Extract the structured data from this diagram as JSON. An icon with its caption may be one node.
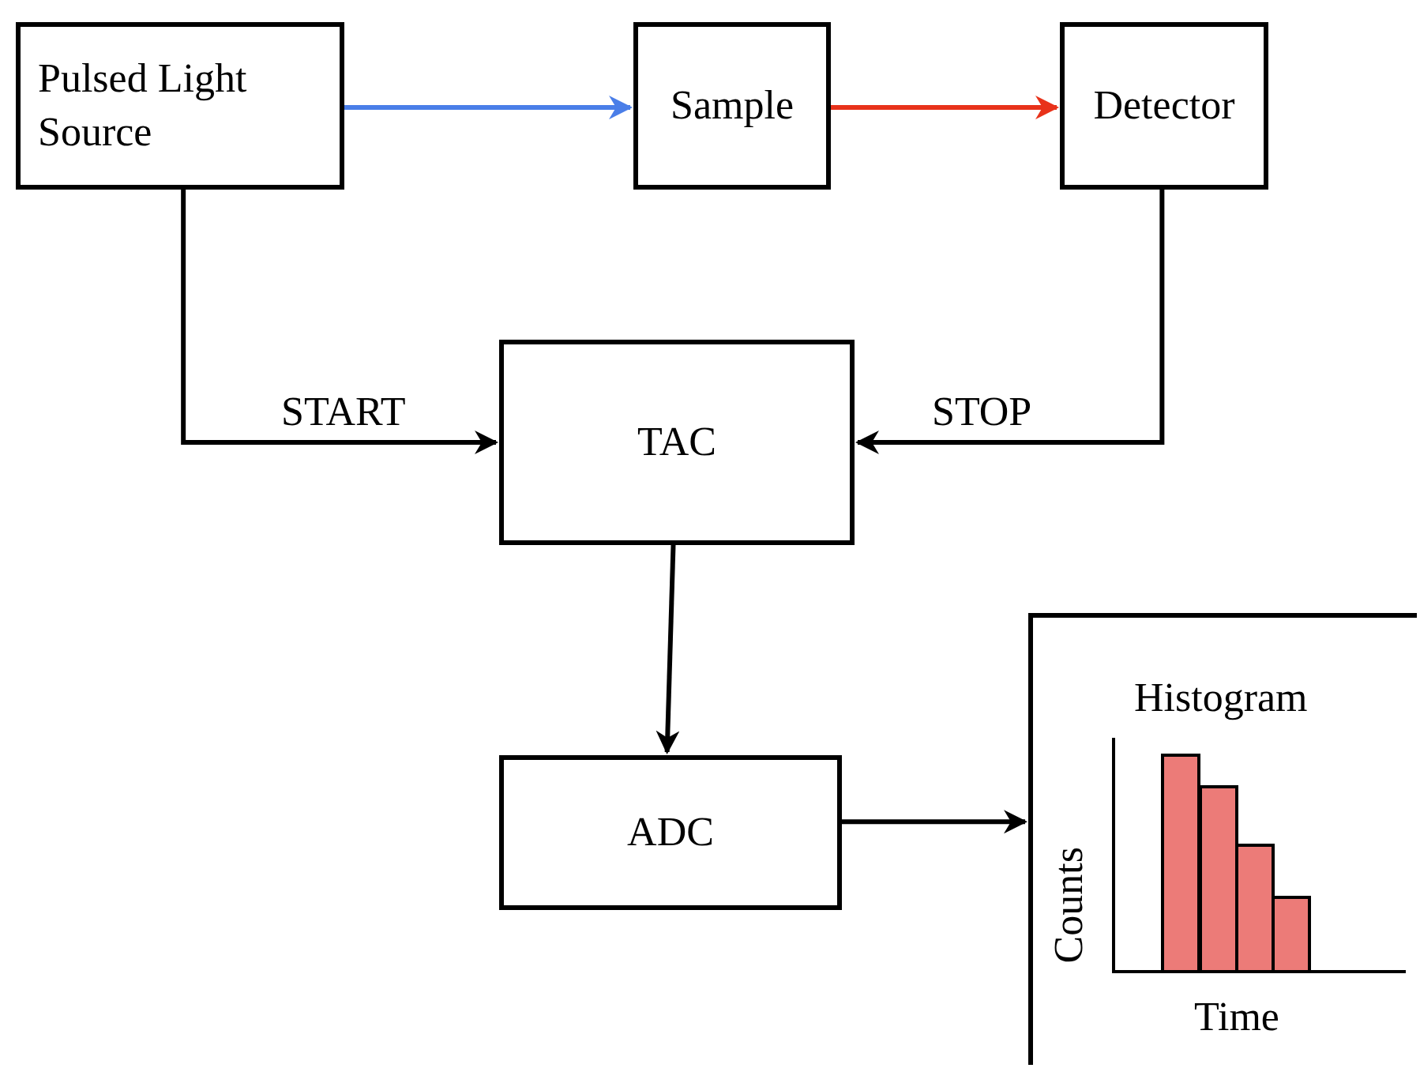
{
  "diagram": {
    "nodes": [
      {
        "text": [
          "Pulsed Light Source"
        ]
      },
      {
        "text": [
          "Sample"
        ]
      },
      {
        "text": [
          "Detector"
        ]
      },
      {
        "text": [
          "TAC"
        ]
      },
      {
        "text": [
          "ADC"
        ]
      },
      {
        "text": [
          "Histogram",
          "Counts",
          "Time"
        ]
      }
    ],
    "edges": [
      {
        "from": 0,
        "to": 1,
        "arrow": "to",
        "color": "#4a7ee8"
      },
      {
        "from": 1,
        "to": 2,
        "arrow": "to",
        "color": "#e8321a"
      },
      {
        "from": 0,
        "to": 3,
        "arrow": "to",
        "label": "START"
      },
      {
        "from": 2,
        "to": 3,
        "arrow": "to",
        "label": "STOP"
      },
      {
        "from": 3,
        "to": 4,
        "arrow": "to"
      },
      {
        "from": 4,
        "to": 5,
        "arrow": "to"
      }
    ]
  }
}
